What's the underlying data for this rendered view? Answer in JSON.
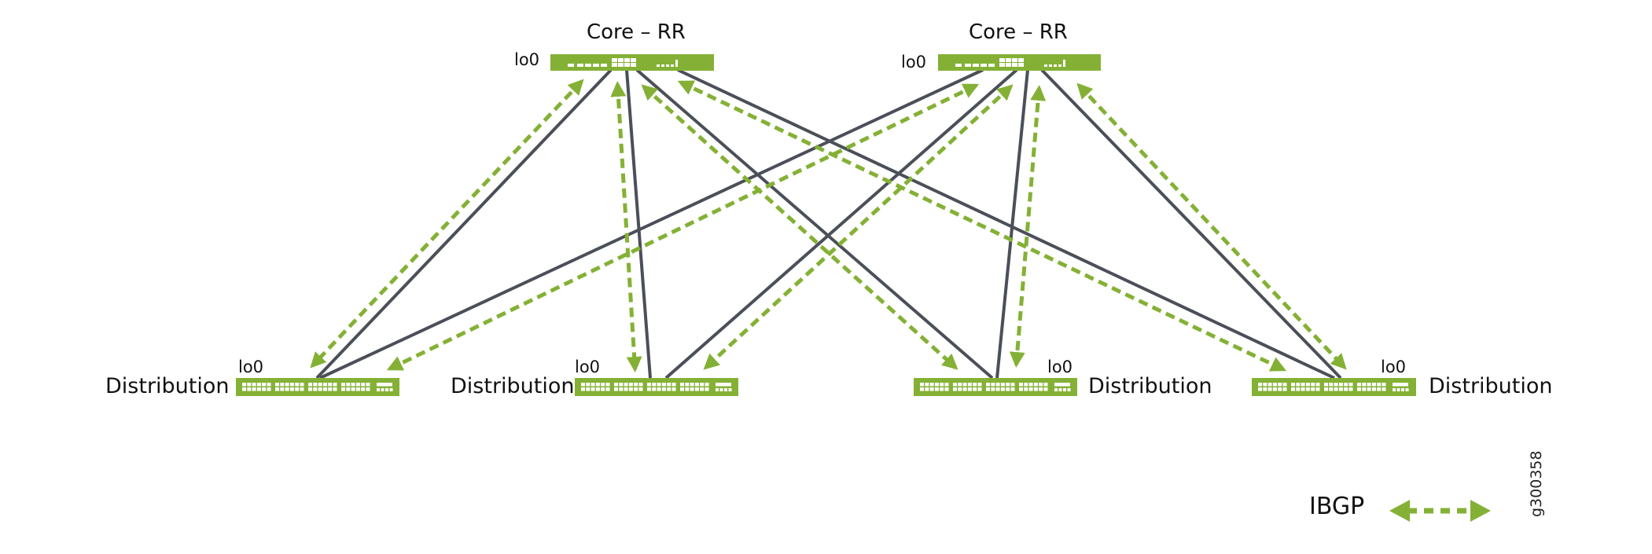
{
  "colors": {
    "device_green": "#84b135",
    "link_gray": "#4b4f58",
    "ibgp_green": "#84b135",
    "text": "#111111"
  },
  "nodes": {
    "core": [
      {
        "id": "core1",
        "title": "Core – RR",
        "loopback": "lo0",
        "icon": "router-icon"
      },
      {
        "id": "core2",
        "title": "Core – RR",
        "loopback": "lo0",
        "icon": "router-icon"
      }
    ],
    "distribution": [
      {
        "id": "dist1",
        "label": "Distribution",
        "loopback": "lo0",
        "icon": "switch-icon"
      },
      {
        "id": "dist2",
        "label": "Distribution",
        "loopback": "lo0",
        "icon": "switch-icon"
      },
      {
        "id": "dist3",
        "label": "Distribution",
        "loopback": "lo0",
        "icon": "switch-icon"
      },
      {
        "id": "dist4",
        "label": "Distribution",
        "loopback": "lo0",
        "icon": "switch-icon"
      }
    ]
  },
  "physical_links": [
    {
      "from": "core1",
      "to": "dist1"
    },
    {
      "from": "core1",
      "to": "dist2"
    },
    {
      "from": "core1",
      "to": "dist3"
    },
    {
      "from": "core1",
      "to": "dist4"
    },
    {
      "from": "core2",
      "to": "dist1"
    },
    {
      "from": "core2",
      "to": "dist2"
    },
    {
      "from": "core2",
      "to": "dist3"
    },
    {
      "from": "core2",
      "to": "dist4"
    }
  ],
  "ibgp_sessions": [
    {
      "from": "core1",
      "to": "dist1"
    },
    {
      "from": "core1",
      "to": "dist2"
    },
    {
      "from": "core1",
      "to": "dist3"
    },
    {
      "from": "core1",
      "to": "dist4"
    },
    {
      "from": "core2",
      "to": "dist1"
    },
    {
      "from": "core2",
      "to": "dist2"
    },
    {
      "from": "core2",
      "to": "dist3"
    },
    {
      "from": "core2",
      "to": "dist4"
    }
  ],
  "legend": {
    "label": "IBGP",
    "symbol": "bidirectional-dashed-arrow-icon"
  },
  "figure_id": "g300358"
}
